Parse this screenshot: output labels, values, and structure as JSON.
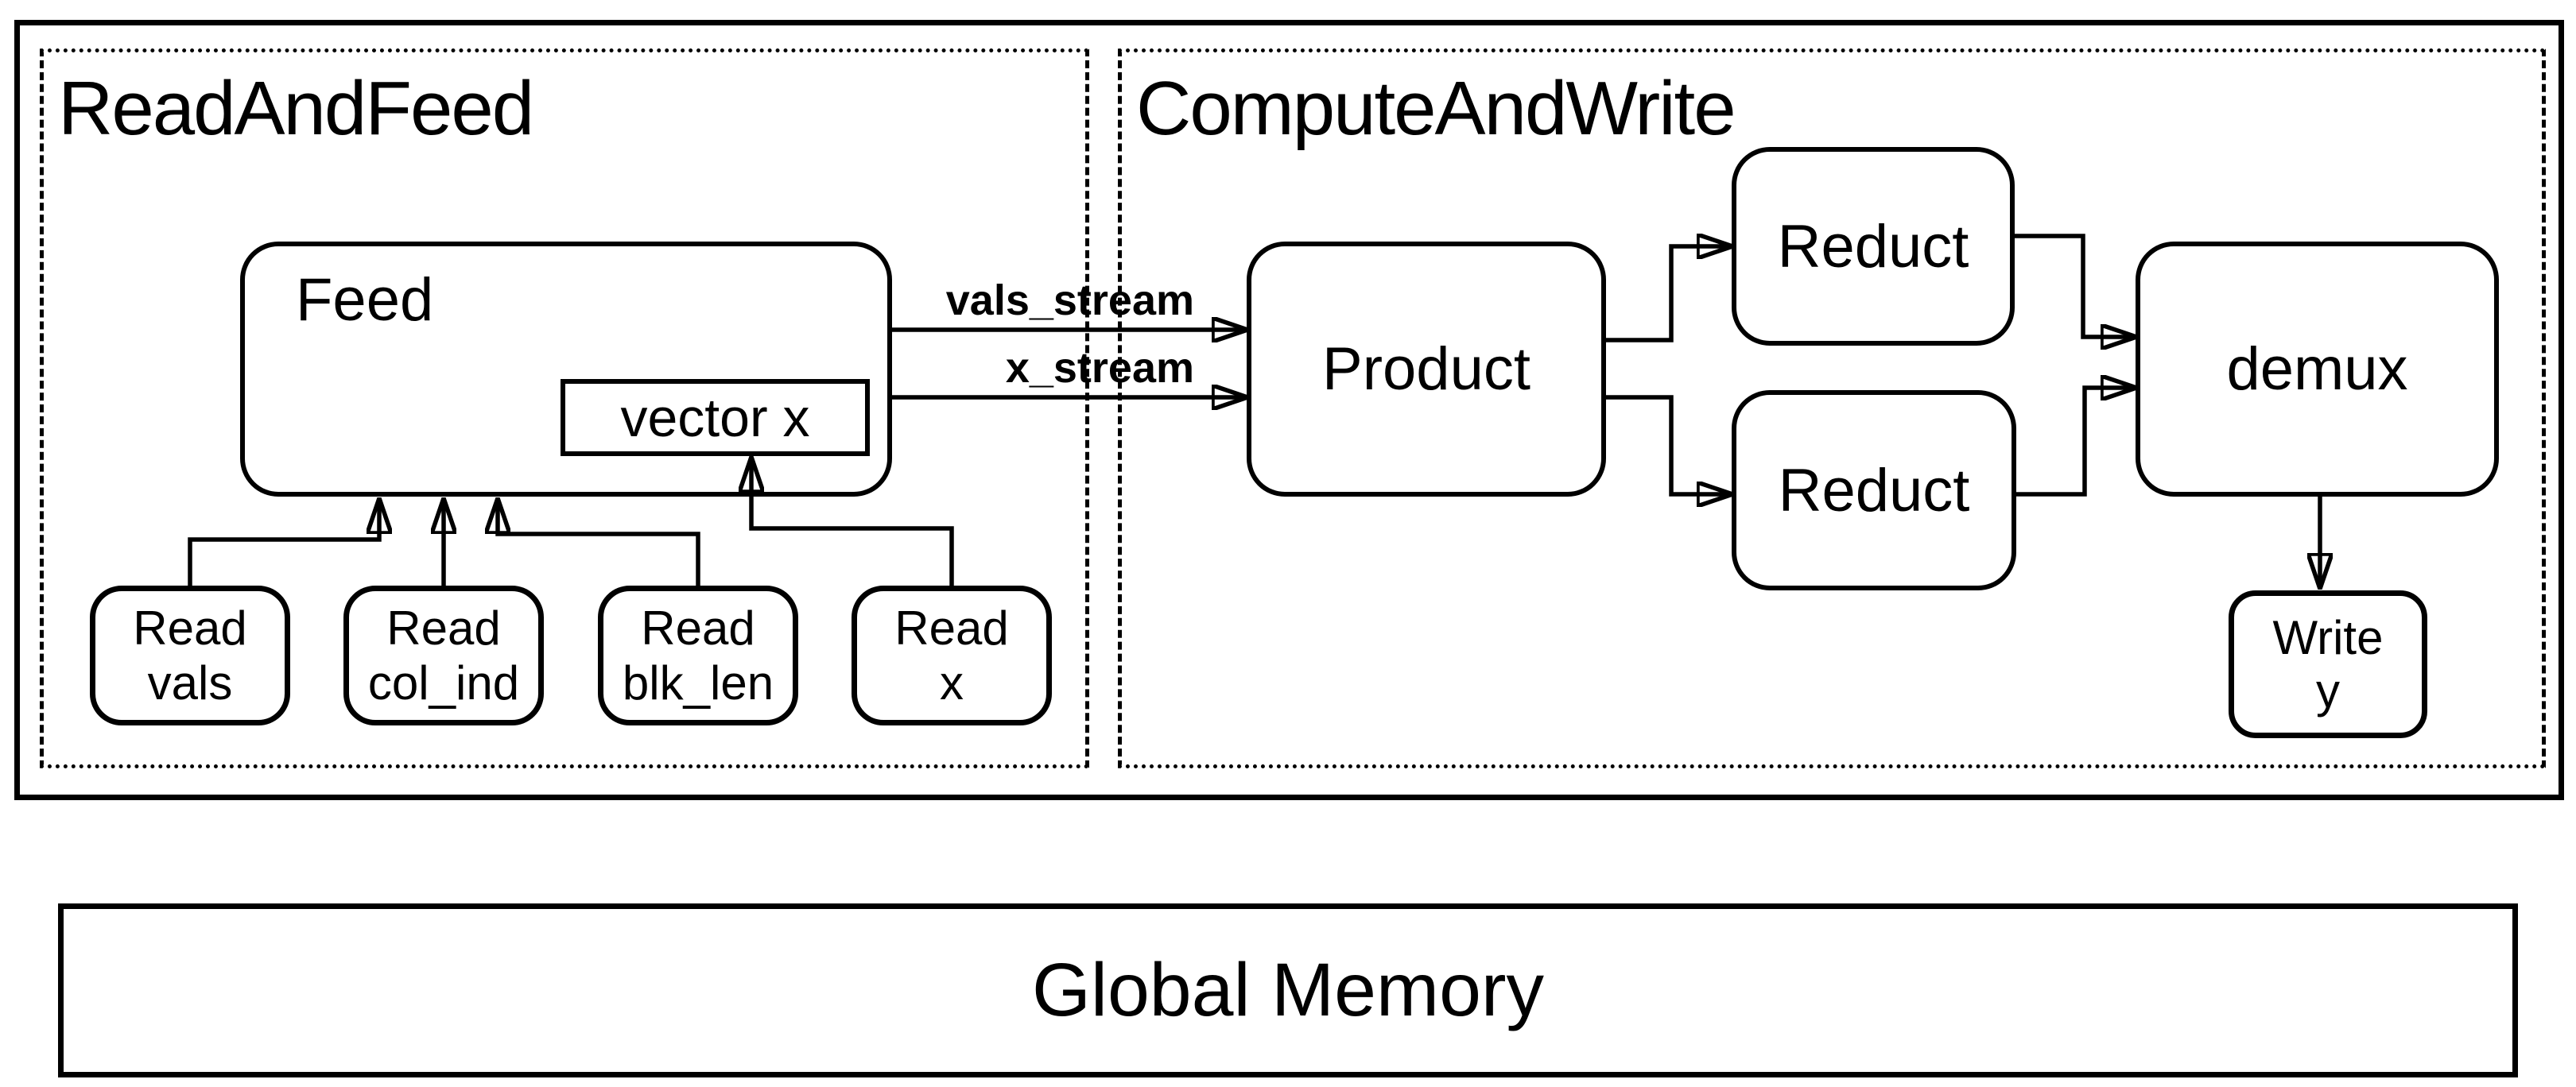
{
  "clusters": {
    "read_and_feed": {
      "label": "ReadAndFeed"
    },
    "compute_and_write": {
      "label": "ComputeAndWrite"
    }
  },
  "nodes": {
    "feed": {
      "label": "Feed"
    },
    "vector_x": {
      "label": "vector x"
    },
    "read_vals": {
      "line1": "Read",
      "line2": "vals"
    },
    "read_col_ind": {
      "line1": "Read",
      "line2": "col_ind"
    },
    "read_blk_len": {
      "line1": "Read",
      "line2": "blk_len"
    },
    "read_x": {
      "line1": "Read",
      "line2": "x"
    },
    "product": {
      "label": "Product"
    },
    "reduct_top": {
      "label": "Reduct"
    },
    "reduct_bottom": {
      "label": "Reduct"
    },
    "demux": {
      "label": "demux"
    },
    "write_y": {
      "line1": "Write",
      "line2": "y"
    }
  },
  "edges": {
    "vals_stream": {
      "label": "vals_stream"
    },
    "x_stream": {
      "label": "x_stream"
    }
  },
  "memory": {
    "label": "Global Memory"
  },
  "colors": {
    "stroke": "#000000",
    "background": "#ffffff"
  }
}
